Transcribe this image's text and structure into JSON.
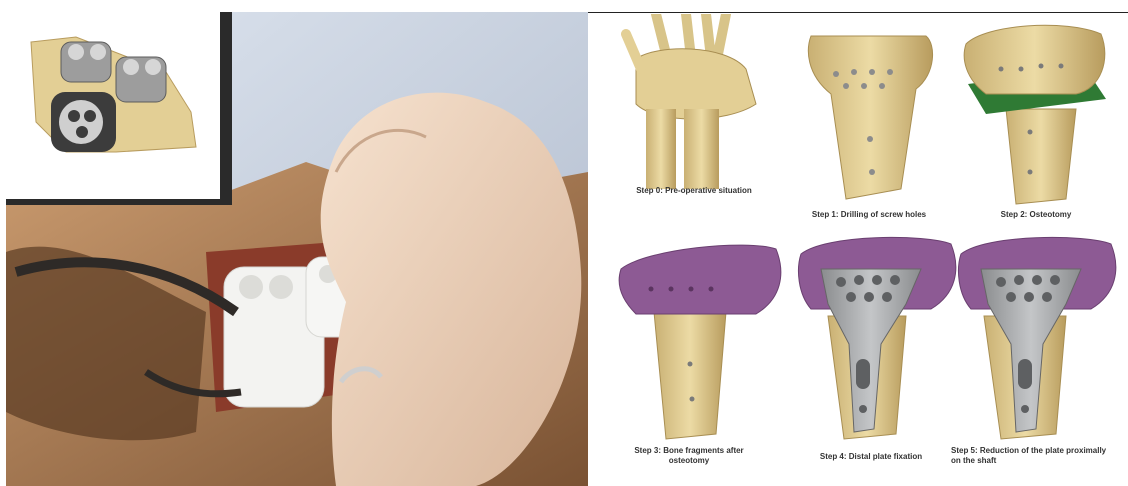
{
  "steps": [
    {
      "label": "Step 0: Pre-operative situation"
    },
    {
      "label": "Step 1: Drilling of screw holes"
    },
    {
      "label": "Step 2: Osteotomy"
    },
    {
      "label": "Step 3: Bone fragments after osteotomy"
    },
    {
      "label": "Step 4: Distal plate fixation"
    },
    {
      "label": "Step 5: Reduction of the plate proximally on the shaft"
    }
  ],
  "colors": {
    "bone": "#e3cf95",
    "bone_shadow": "#b89c5e",
    "fragment_purple": "#8d5a94",
    "osteotomy_plane": "#2f7a34",
    "plate_metal": "#a4a6a8",
    "glove": "#f2d9c2",
    "printed_guide": "#f4f4f2",
    "drape_blue": "#c9d3e2",
    "retractor": "#2e2a27"
  }
}
